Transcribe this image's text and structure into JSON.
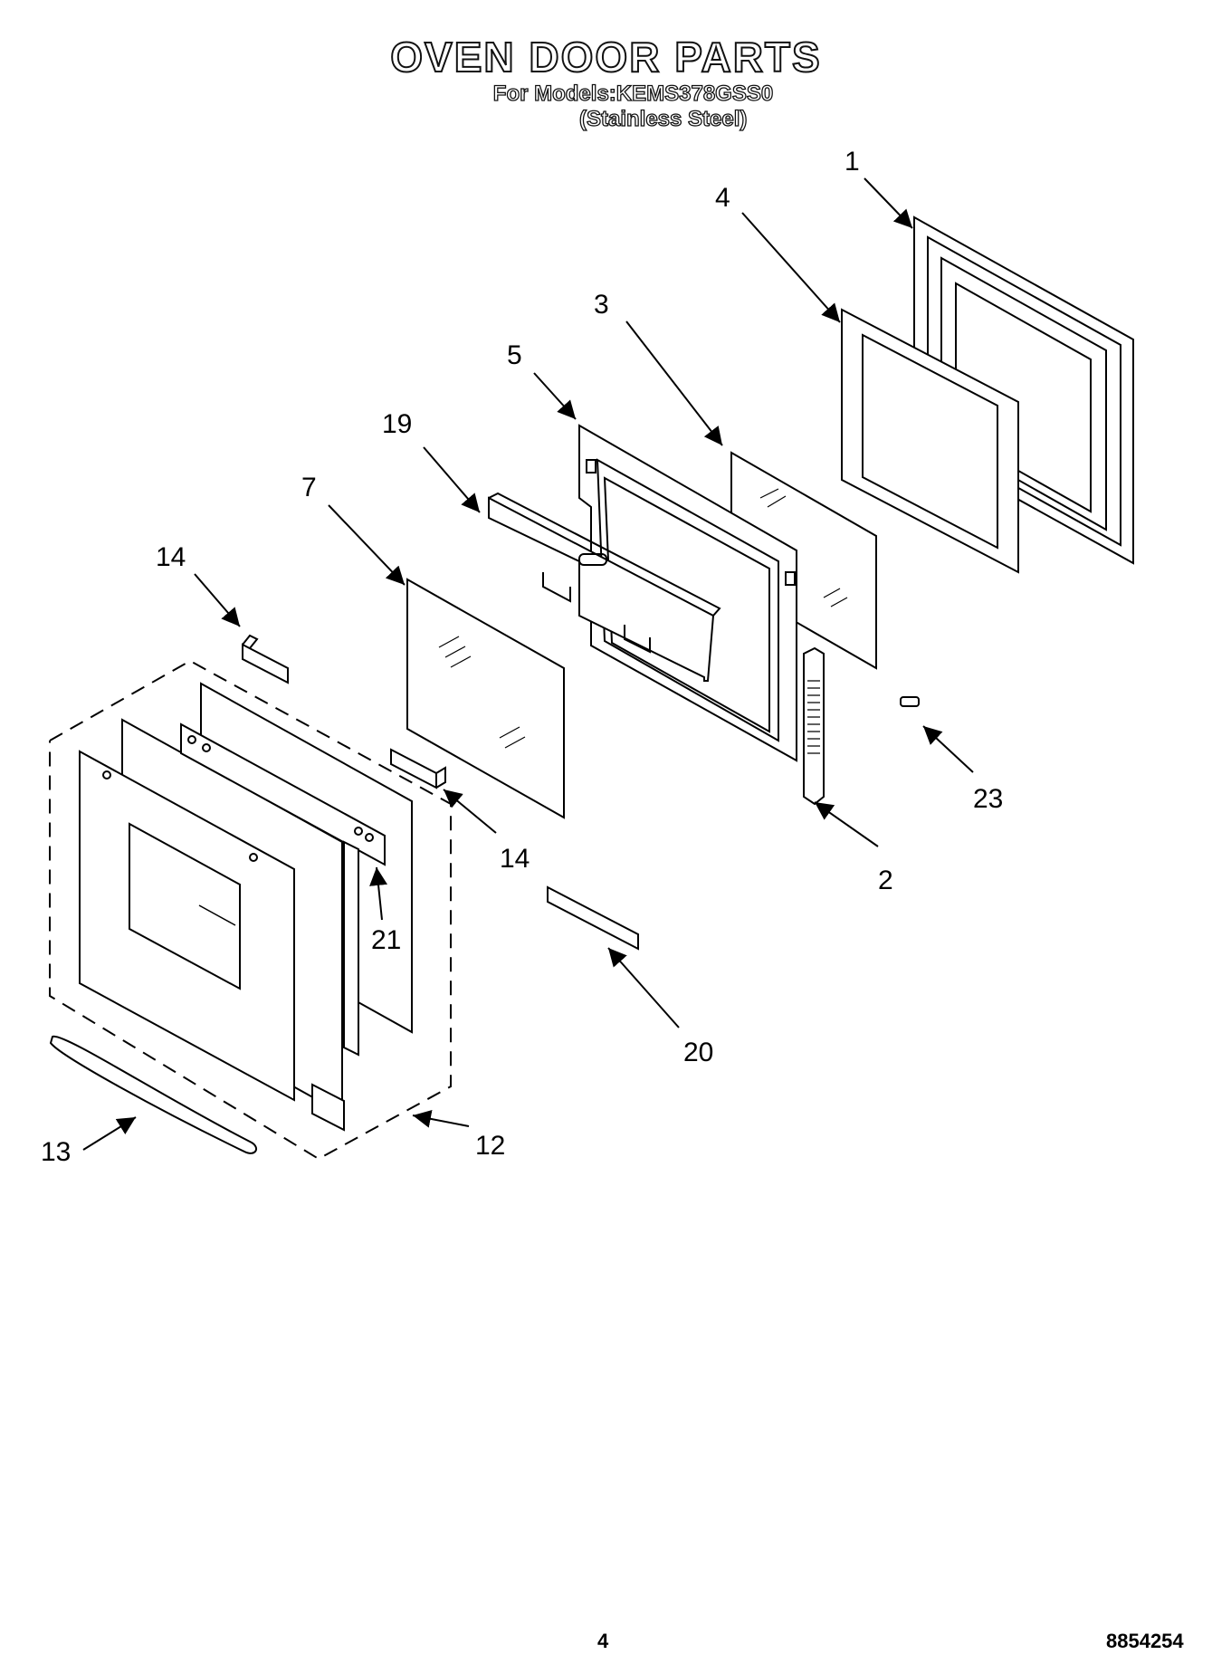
{
  "title": "OVEN DOOR PARTS",
  "subtitle": "For Models:KEMS378GSS0",
  "subtitle_note": "(Stainless Steel)",
  "page_number": "4",
  "doc_code": "8854254",
  "callouts": {
    "c1": "1",
    "c2": "2",
    "c3": "3",
    "c4": "4",
    "c5": "5",
    "c7": "7",
    "c12": "12",
    "c13": "13",
    "c14a": "14",
    "c14b": "14",
    "c19": "19",
    "c20": "20",
    "c21": "21",
    "c23": "23"
  }
}
